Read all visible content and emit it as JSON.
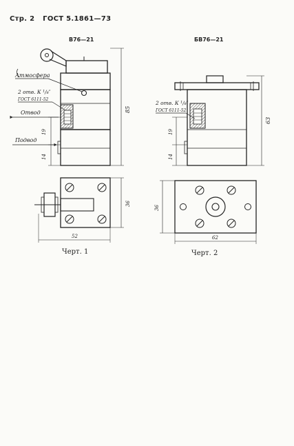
{
  "header": {
    "page": "Стр. 2",
    "standard": "ГОСТ 5.1861—73"
  },
  "fig1": {
    "title": "В76—21",
    "atmosphere": "Атмосфера",
    "holes_1": "2 отв. К ¹/₈″",
    "holes_2": "ГОСТ 6111-52",
    "outlet": "Отвод",
    "inlet": "Подвод",
    "dim_height": "85",
    "dim_19": "19",
    "dim_14": "14",
    "dim_36": "36",
    "dim_52": "52",
    "caption": "Черт. 1"
  },
  "fig2": {
    "title": "БВ76—21",
    "holes_1": "2 отв. К ¹/₈″",
    "holes_2": "ГОСТ 6111-52",
    "dim_height": "63",
    "dim_19": "19",
    "dim_14": "14",
    "dim_36": "36",
    "dim_62": "62",
    "caption": "Черт. 2"
  }
}
